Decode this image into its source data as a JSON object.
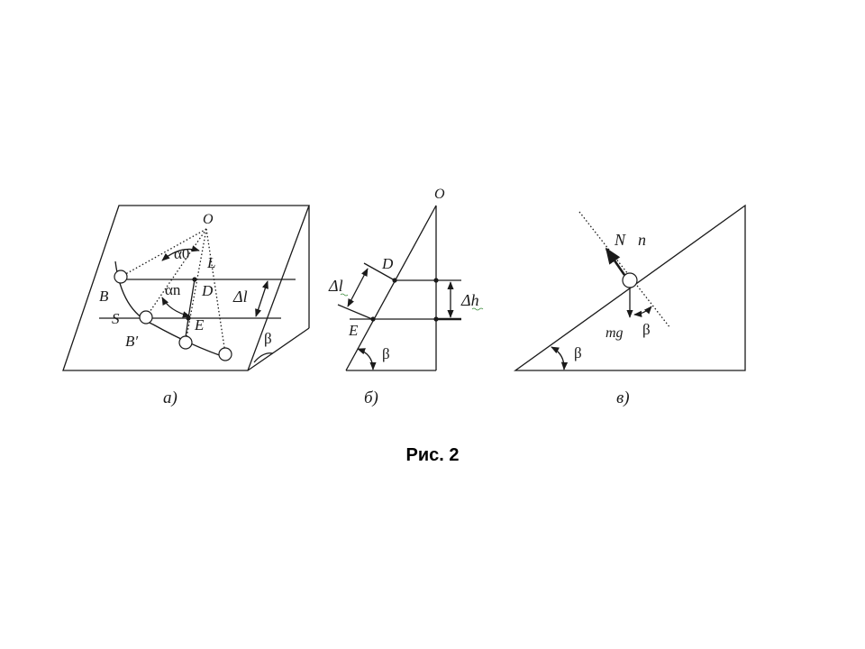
{
  "figure": {
    "caption": "Рис. 2",
    "panel_a": {
      "caption": "а)",
      "labels": {
        "O": "O",
        "L": "L",
        "B": "B",
        "S": "S",
        "B_prime": "B′",
        "D": "D",
        "E": "E",
        "alpha_0": "α0",
        "alpha_n": "αn",
        "delta_l": "Δl",
        "beta": "β"
      }
    },
    "panel_b": {
      "caption": "б)",
      "labels": {
        "O": "O",
        "D": "D",
        "E": "E",
        "delta_l": "Δl",
        "delta_h": "Δh",
        "beta": "β"
      }
    },
    "panel_c": {
      "caption": "в)",
      "labels": {
        "N": "N⃗n",
        "mg": "mg⃗",
        "beta_force": "β",
        "beta_slope": "β"
      }
    }
  }
}
